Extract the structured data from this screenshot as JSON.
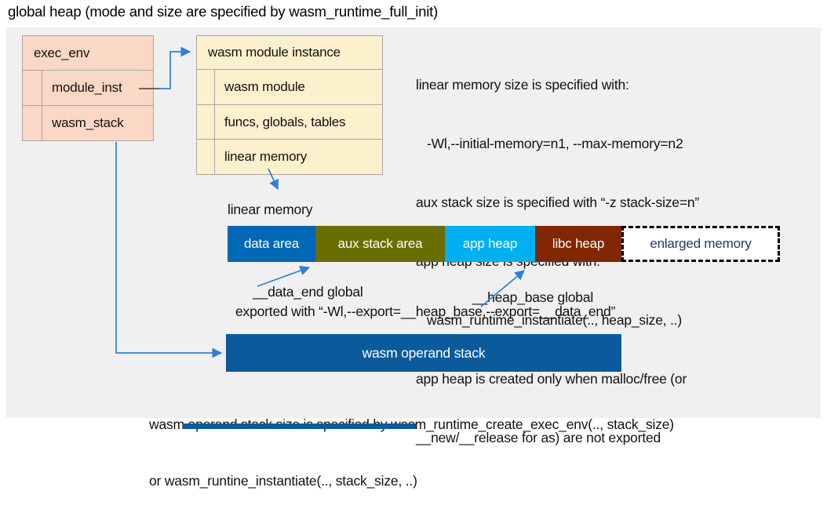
{
  "title": "global heap (mode and size are specified by wasm_runtime_full_init)",
  "exec_env": {
    "header": "exec_env",
    "rows": [
      {
        "label": "module_inst"
      },
      {
        "label": "wasm_stack"
      }
    ]
  },
  "module_instance": {
    "header": "wasm module instance",
    "rows": [
      {
        "label": "wasm module"
      },
      {
        "label": "funcs, globals, tables"
      },
      {
        "label": "linear memory"
      }
    ]
  },
  "notes": {
    "lines": [
      "linear memory size is specified with:",
      "   -Wl,--initial-memory=n1, --max-memory=n2",
      "aux stack size is specified with “-z stack-size=n”",
      "app heap size is specified with:",
      "   wasm_runtime_instantiate(.., heap_size, ..)",
      "app heap is created only when malloc/free (or",
      "__new/__release for as) are not exported"
    ]
  },
  "linear_memory": {
    "label": "linear memory",
    "segments": [
      {
        "label": "data area",
        "color": "#0068b5"
      },
      {
        "label": "aux stack area",
        "color": "#6a6d00"
      },
      {
        "label": "app heap",
        "color": "#00b0f0"
      },
      {
        "label": "libc heap",
        "color": "#802600"
      },
      {
        "label": "enlarged memory",
        "color": "#ffffff",
        "text_color": "#1e3a68",
        "border": "dashed"
      }
    ],
    "data_end_label": "__data_end global",
    "heap_base_label": "__heap_base global",
    "export_note": "exported with “-Wl,--export=__heap_base,--export=__data_end”"
  },
  "operand_stack": {
    "label": "wasm operand stack",
    "caption_lines": [
      "wasm operand stack size is specified by wasm_runtime_create_exec_env(.., stack_size)",
      "or wasm_runtine_instantiate(.., stack_size, ..)"
    ]
  },
  "colors": {
    "panel_bg": "#f0f0f0",
    "exec_env_fill": "#fbd7c5",
    "module_instance_fill": "#fdf0cd",
    "box_border": "#a6a6a6",
    "arrow_blue": "#2f7fd4",
    "operand_stack_fill": "#0b5a9b",
    "enlarged_text": "#1e3a68"
  }
}
